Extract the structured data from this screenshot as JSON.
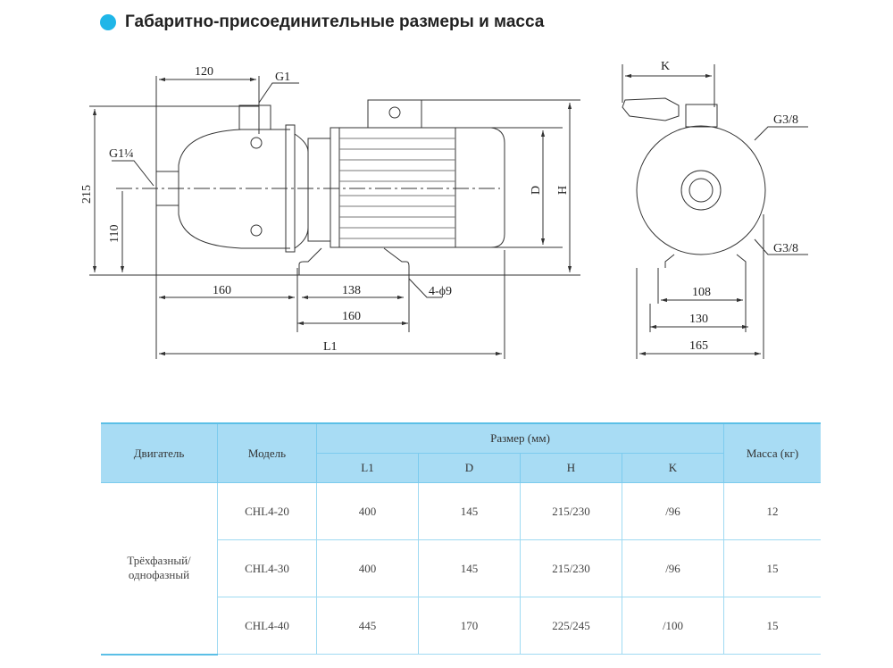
{
  "title": "Габаритно-присоединительные размеры и масса",
  "accent_color": "#1fb6e8",
  "drawing": {
    "side_view": {
      "dim_120": "120",
      "label_g1": "G1",
      "label_g114": "G1¼",
      "dim_215": "215",
      "dim_110": "110",
      "dim_160_left": "160",
      "dim_138": "138",
      "dim_160_base": "160",
      "label_holes": "4-ϕ9",
      "dim_l1": "L1",
      "dim_d": "D",
      "dim_h": "H"
    },
    "end_view": {
      "dim_k": "K",
      "label_g38_top": "G3/8",
      "label_g38_bottom": "G3/8",
      "dim_108": "108",
      "dim_130": "130",
      "dim_165": "165"
    }
  },
  "table": {
    "headers": {
      "motor": "Двигатель",
      "model": "Модель",
      "size": "Размер (мм)",
      "mass": "Масса (кг)",
      "l1": "L1",
      "d": "D",
      "h": "H",
      "k": "K"
    },
    "motor_type": "Трёхфазный/ однофазный",
    "rows": [
      {
        "model": "CHL4-20",
        "l1": "400",
        "d": "145",
        "h": "215/230",
        "k": "/96",
        "mass": "12"
      },
      {
        "model": "CHL4-30",
        "l1": "400",
        "d": "145",
        "h": "215/230",
        "k": "/96",
        "mass": "15"
      },
      {
        "model": "CHL4-40",
        "l1": "445",
        "d": "170",
        "h": "225/245",
        "k": "/100",
        "mass": "15"
      }
    ]
  }
}
